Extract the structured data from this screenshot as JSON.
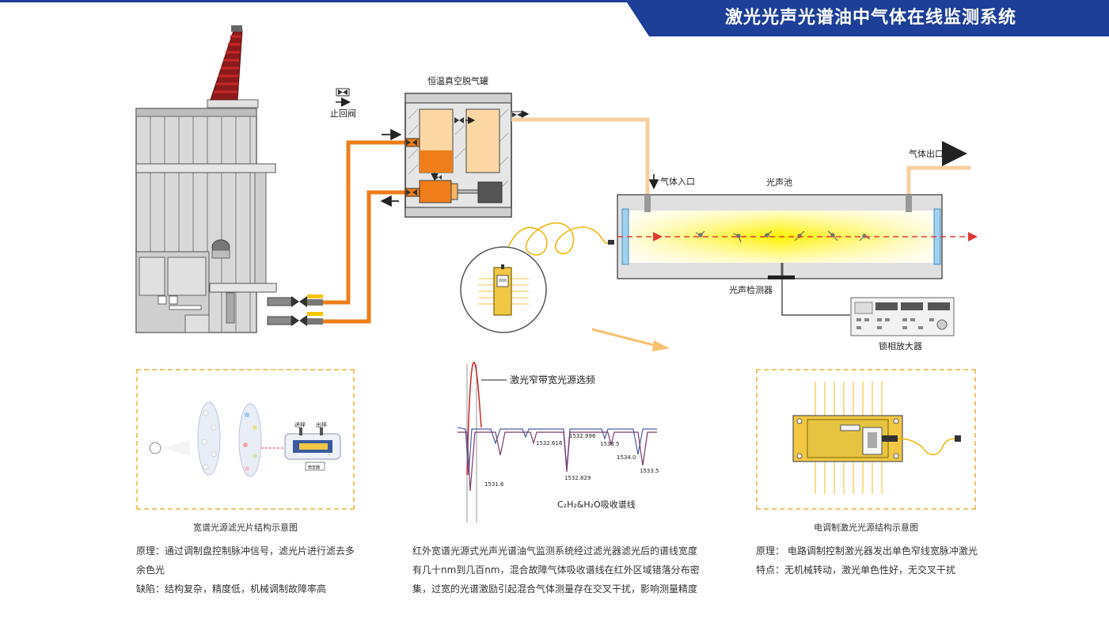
{
  "header": {
    "title": "激光光声光谱油中气体在线监测系统",
    "banner_color": "#1e3f98"
  },
  "labels": {
    "check_valve": "止回阀",
    "degas_tank": "恒温真空脱气罐",
    "gas_inlet": "气体入口",
    "photoacoustic_cell": "光声池",
    "gas_outlet": "气体出口",
    "pa_detector": "光声检测器",
    "lockin_amp": "锁相放大器"
  },
  "spectrum": {
    "annotation": "激光窄带宽光源选频",
    "title": "C₂H₂&H₂O吸收谱线",
    "peaks": [
      "1531.6",
      "1532.616",
      "1532.829",
      "1532.996",
      "1533.5",
      "1534.0",
      "1533.5"
    ]
  },
  "left_panel": {
    "caption": "宽谱光源滤光片结构示意图",
    "in_label": "进样",
    "out_label": "出样",
    "detector_label": "微音器",
    "lines": [
      "原理：通过调制盘控制脉冲信号，滤光片进行滤去多",
      "余色光",
      "缺陷：结构复杂，精度低，机械调制故障率高"
    ]
  },
  "middle_text": {
    "lines": [
      "红外宽谱光源式光声光谱油气监测系统经过滤光器滤光后的谱线宽度",
      "有几十nm到几百nm，混合故障气体吸收谱线在红外区域错落分布密",
      "集，过宽的光谱激励引起混合气体测量存在交叉干扰，影响测量精度"
    ]
  },
  "right_panel": {
    "caption": "电调制激光光源结构示意图",
    "lines": [
      "原理： 电路调制控制激光器发出单色窄线宽脉冲激光",
      "特点：无机械转动，激光单色性好，无交叉干扰"
    ]
  },
  "colors": {
    "oil_pipe": "#ee7d1a",
    "gas_pipe": "#f7d0a0",
    "laser": "#e53935",
    "dashed_border": "#f2c46d",
    "laser_module": "#f2c744"
  }
}
